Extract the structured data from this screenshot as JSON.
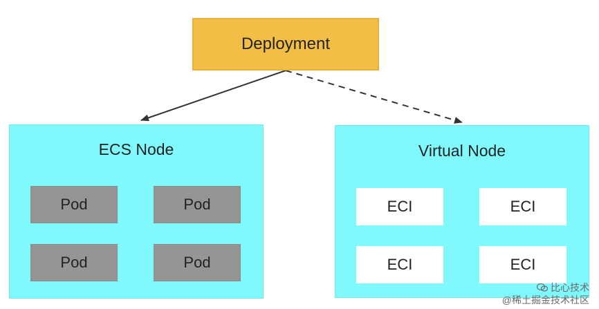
{
  "deployment": {
    "label": "Deployment"
  },
  "ecs_node": {
    "title": "ECS Node",
    "items": [
      {
        "label": "Pod"
      },
      {
        "label": "Pod"
      },
      {
        "label": "Pod"
      },
      {
        "label": "Pod"
      }
    ]
  },
  "virtual_node": {
    "title": "Virtual Node",
    "items": [
      {
        "label": "ECI"
      },
      {
        "label": "ECI"
      },
      {
        "label": "ECI"
      },
      {
        "label": "ECI"
      }
    ]
  },
  "watermark": {
    "line1": "比心技术",
    "line2": "@稀土掘金技术社区"
  },
  "colors": {
    "deployment": "#f2be45",
    "node": "#7ff9fc",
    "pod": "#959595",
    "eci": "#ffffff"
  }
}
